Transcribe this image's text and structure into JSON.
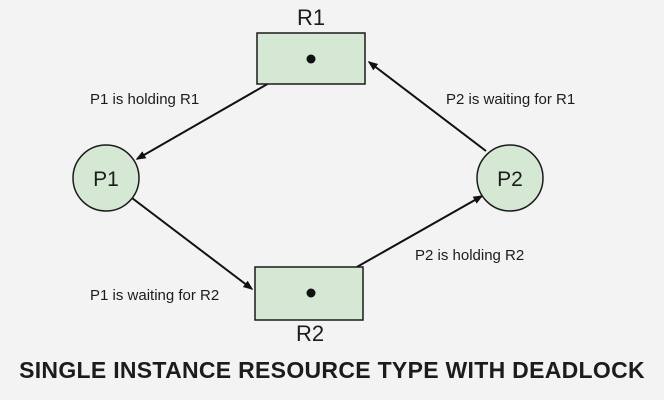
{
  "diagram": {
    "title": "SINGLE INSTANCE RESOURCE TYPE WITH DEADLOCK",
    "type": "resource-allocation-graph",
    "nodes": {
      "r1": {
        "label": "R1",
        "kind": "resource"
      },
      "r2": {
        "label": "R2",
        "kind": "resource"
      },
      "p1": {
        "label": "P1",
        "kind": "process"
      },
      "p2": {
        "label": "P2",
        "kind": "process"
      }
    },
    "edges": [
      {
        "from": "R1",
        "to": "P1",
        "label": "P1 is holding R1",
        "kind": "assignment"
      },
      {
        "from": "P2",
        "to": "R1",
        "label": "P2 is waiting for R1",
        "kind": "request"
      },
      {
        "from": "P1",
        "to": "R2",
        "label": "P1 is waiting for R2",
        "kind": "request"
      },
      {
        "from": "R2",
        "to": "P2",
        "label": "P2 is holding R2",
        "kind": "assignment"
      }
    ]
  },
  "colors": {
    "background": "#f3f3f3",
    "node_fill": "#d5e8d4",
    "node_stroke": "#1b1b1b",
    "edge": "#111111",
    "text": "#1c1c1c"
  }
}
